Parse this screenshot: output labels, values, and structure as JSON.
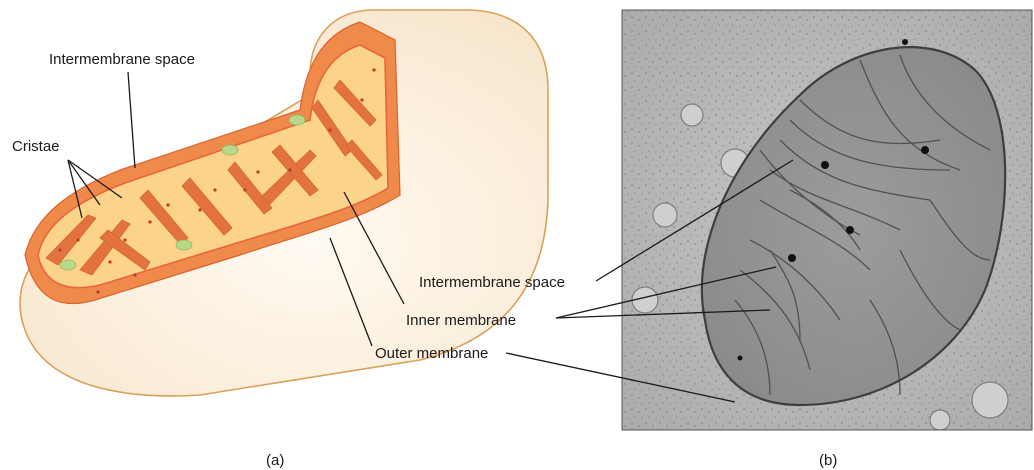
{
  "panel_a": {
    "labels": {
      "intermembrane_space": "Intermembrane space",
      "cristae": "Cristae",
      "inner_membrane": "Inner membrane",
      "outer_membrane": "Outer membrane"
    },
    "caption": "(a)"
  },
  "panel_b": {
    "labels": {
      "intermembrane_space": "Intermembrane space",
      "inner_membrane": "Inner membrane",
      "outer_membrane": "Outer membrane"
    },
    "caption": "(b)"
  },
  "colors": {
    "outer_membrane_fill": "#fdeedd",
    "outer_membrane_stroke": "#d9a05a",
    "intermembrane_fill": "#f08a4b",
    "inner_membrane": "#e8663a",
    "matrix_fill": "#fbd38a",
    "cristae_fold": "#e2733f",
    "ribosome_dot": "#c0392b",
    "granule_green": "#b8d98a",
    "micrograph_bg": "#b9b9b9",
    "leader_line": "#1a1a1a"
  }
}
